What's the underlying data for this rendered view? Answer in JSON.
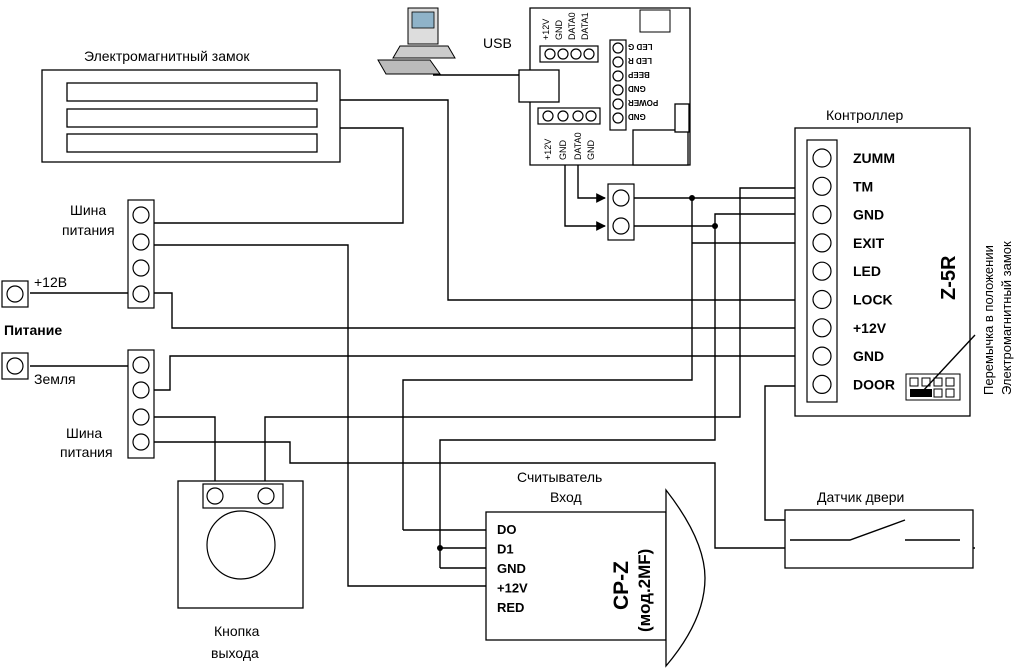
{
  "labels": {
    "lock": "Электромагнитный замок",
    "usb": "USB",
    "controller": "Контроллер",
    "controller_model": "Z-5R",
    "jumper_note_1": "Перемычка в положении",
    "jumper_note_2": "Электромагнитный замок",
    "bus_top": [
      "Шина",
      "питания"
    ],
    "bus_bottom": [
      "Шина",
      "питания"
    ],
    "plus12": "+12В",
    "power": "Питание",
    "ground": "Земля",
    "reader_title_1": "Считыватель",
    "reader_title_2": "Вход",
    "reader_model_1": "CP-Z",
    "reader_model_2": "(мод.2MF)",
    "door_sensor": "Датчик двери",
    "exit_button": [
      "Кнопка",
      "выхода"
    ]
  },
  "controller_terminals": [
    "ZUMM",
    "TM",
    "GND",
    "EXIT",
    "LED",
    "LOCK",
    "+12V",
    "GND",
    "DOOR"
  ],
  "reader_pins": [
    "DO",
    "D1",
    "GND",
    "+12V",
    "RED"
  ],
  "usb_module": {
    "top_pins": [
      "+12V",
      "GND",
      "DATA0",
      "DATA1"
    ],
    "right_pins": [
      "LED G",
      "LED R",
      "BEEP",
      "GND",
      "POWER",
      "GND"
    ],
    "bottom_pins": [
      "+12V",
      "GND",
      "DATA0",
      "GND"
    ]
  }
}
